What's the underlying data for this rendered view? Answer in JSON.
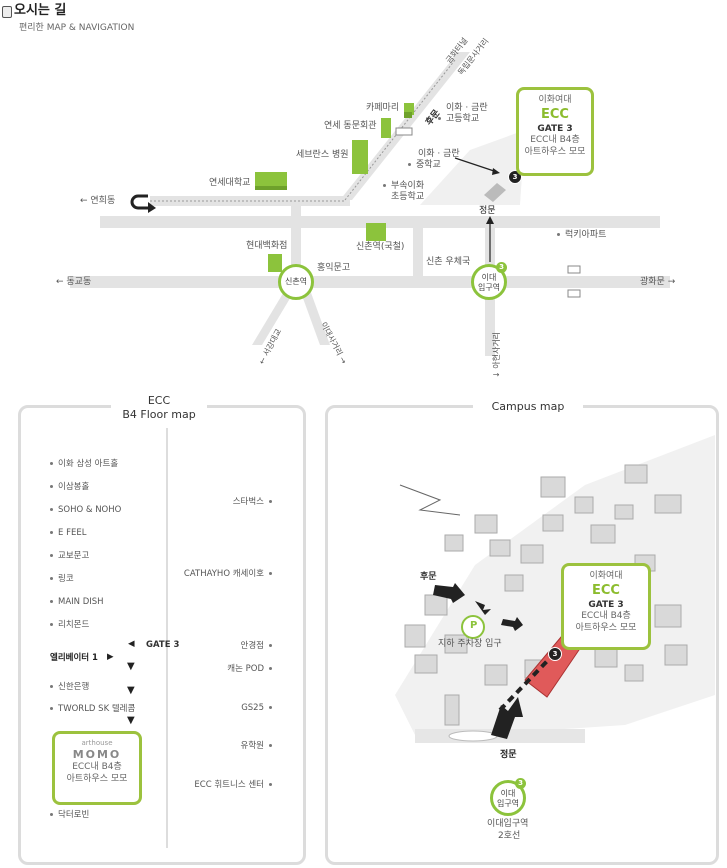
{
  "header": {
    "title": "오시는 길",
    "subtitle": "편리한 MAP & NAVIGATION"
  },
  "area_map": {
    "labels": {
      "geumhwa_tunnel": "금화터널",
      "dongnimmun_crossroad": "독립문사거리",
      "cafe_mari": "카페마리",
      "sedong_hall": "연세 동문회관",
      "severance": "세브란스 병원",
      "yonsei": "연세대학교",
      "yeonhuidong": "← 연희동",
      "ewha_geumran_hs": "이화 · 금란",
      "ewha_geumran_hs2": "고등학교",
      "human": "후문",
      "ewha_geumran_ms": "이화 · 금란",
      "ewha_geumran_ms2": "중학교",
      "ewha_elem": "부속이화",
      "ewha_elem2": "초등학교",
      "jeongmun": "정문",
      "lucky_apt": "럭키아파트",
      "hyundai_dept": "현대백화점",
      "sinchon_rail": "신촌역(국철)",
      "hongik_hs": "홍익문고",
      "sinchon_post": "신촌 우체국",
      "donggyodong": "← 동교동",
      "gwanghwamun": "광화문 →",
      "seogang_bridge": "← 서강대교",
      "ewha_crossroad": "이대사거리 →",
      "ahyeon_jeong": "↓ 아현사거리"
    },
    "stations": {
      "sinchon": "신촌역",
      "ewha_line1": "이대",
      "ewha_line2": "입구역",
      "line_badge": "3"
    },
    "ecc_box": {
      "line1": "이화여대",
      "line2": "ECC",
      "line3": "GATE 3",
      "line4": "ECC내 B4층",
      "line5": "아트하우스 모모"
    },
    "gate_badge": "3"
  },
  "floor_map": {
    "title_line1": "ECC",
    "title_line2": "B4 Floor map",
    "left_items": [
      "이화 삼성 아트홀",
      "이삼봉홀",
      "SOHO & NOHO",
      "E FEEL",
      "교보문고",
      "링코",
      "MAIN DISH",
      "리치몬드"
    ],
    "elevator": "엘리베이터 1",
    "gate3": "GATE 3",
    "left_items_lower": [
      "신한은행",
      "TWORLD SK 텔레콤"
    ],
    "last_item": "닥터로빈",
    "right_items": [
      "스타벅스",
      "CATHAYHO 캐세이호",
      "안경점",
      "캐논 POD",
      "GS25",
      "유학원",
      "ECC 휘트니스 센터"
    ],
    "momo_box": {
      "line1": "arthouse",
      "line2": "MOMO",
      "line3": "ECC내 B4층",
      "line4": "아트하우스 모모"
    }
  },
  "campus_map": {
    "title": "Campus map",
    "human": "후문",
    "parking": "지하 주차장 입구",
    "parking_icon": "P",
    "jeongmun": "정문",
    "ecc_box": {
      "line1": "이화여대",
      "line2": "ECC",
      "line3": "GATE 3",
      "line4": "ECC내 B4층",
      "line5": "아트하우스 모모"
    },
    "station_line1": "이대",
    "station_line2": "입구역",
    "station_badge": "3",
    "station_caption1": "이대입구역",
    "station_caption2": "2호선",
    "gate_badge": "3"
  }
}
